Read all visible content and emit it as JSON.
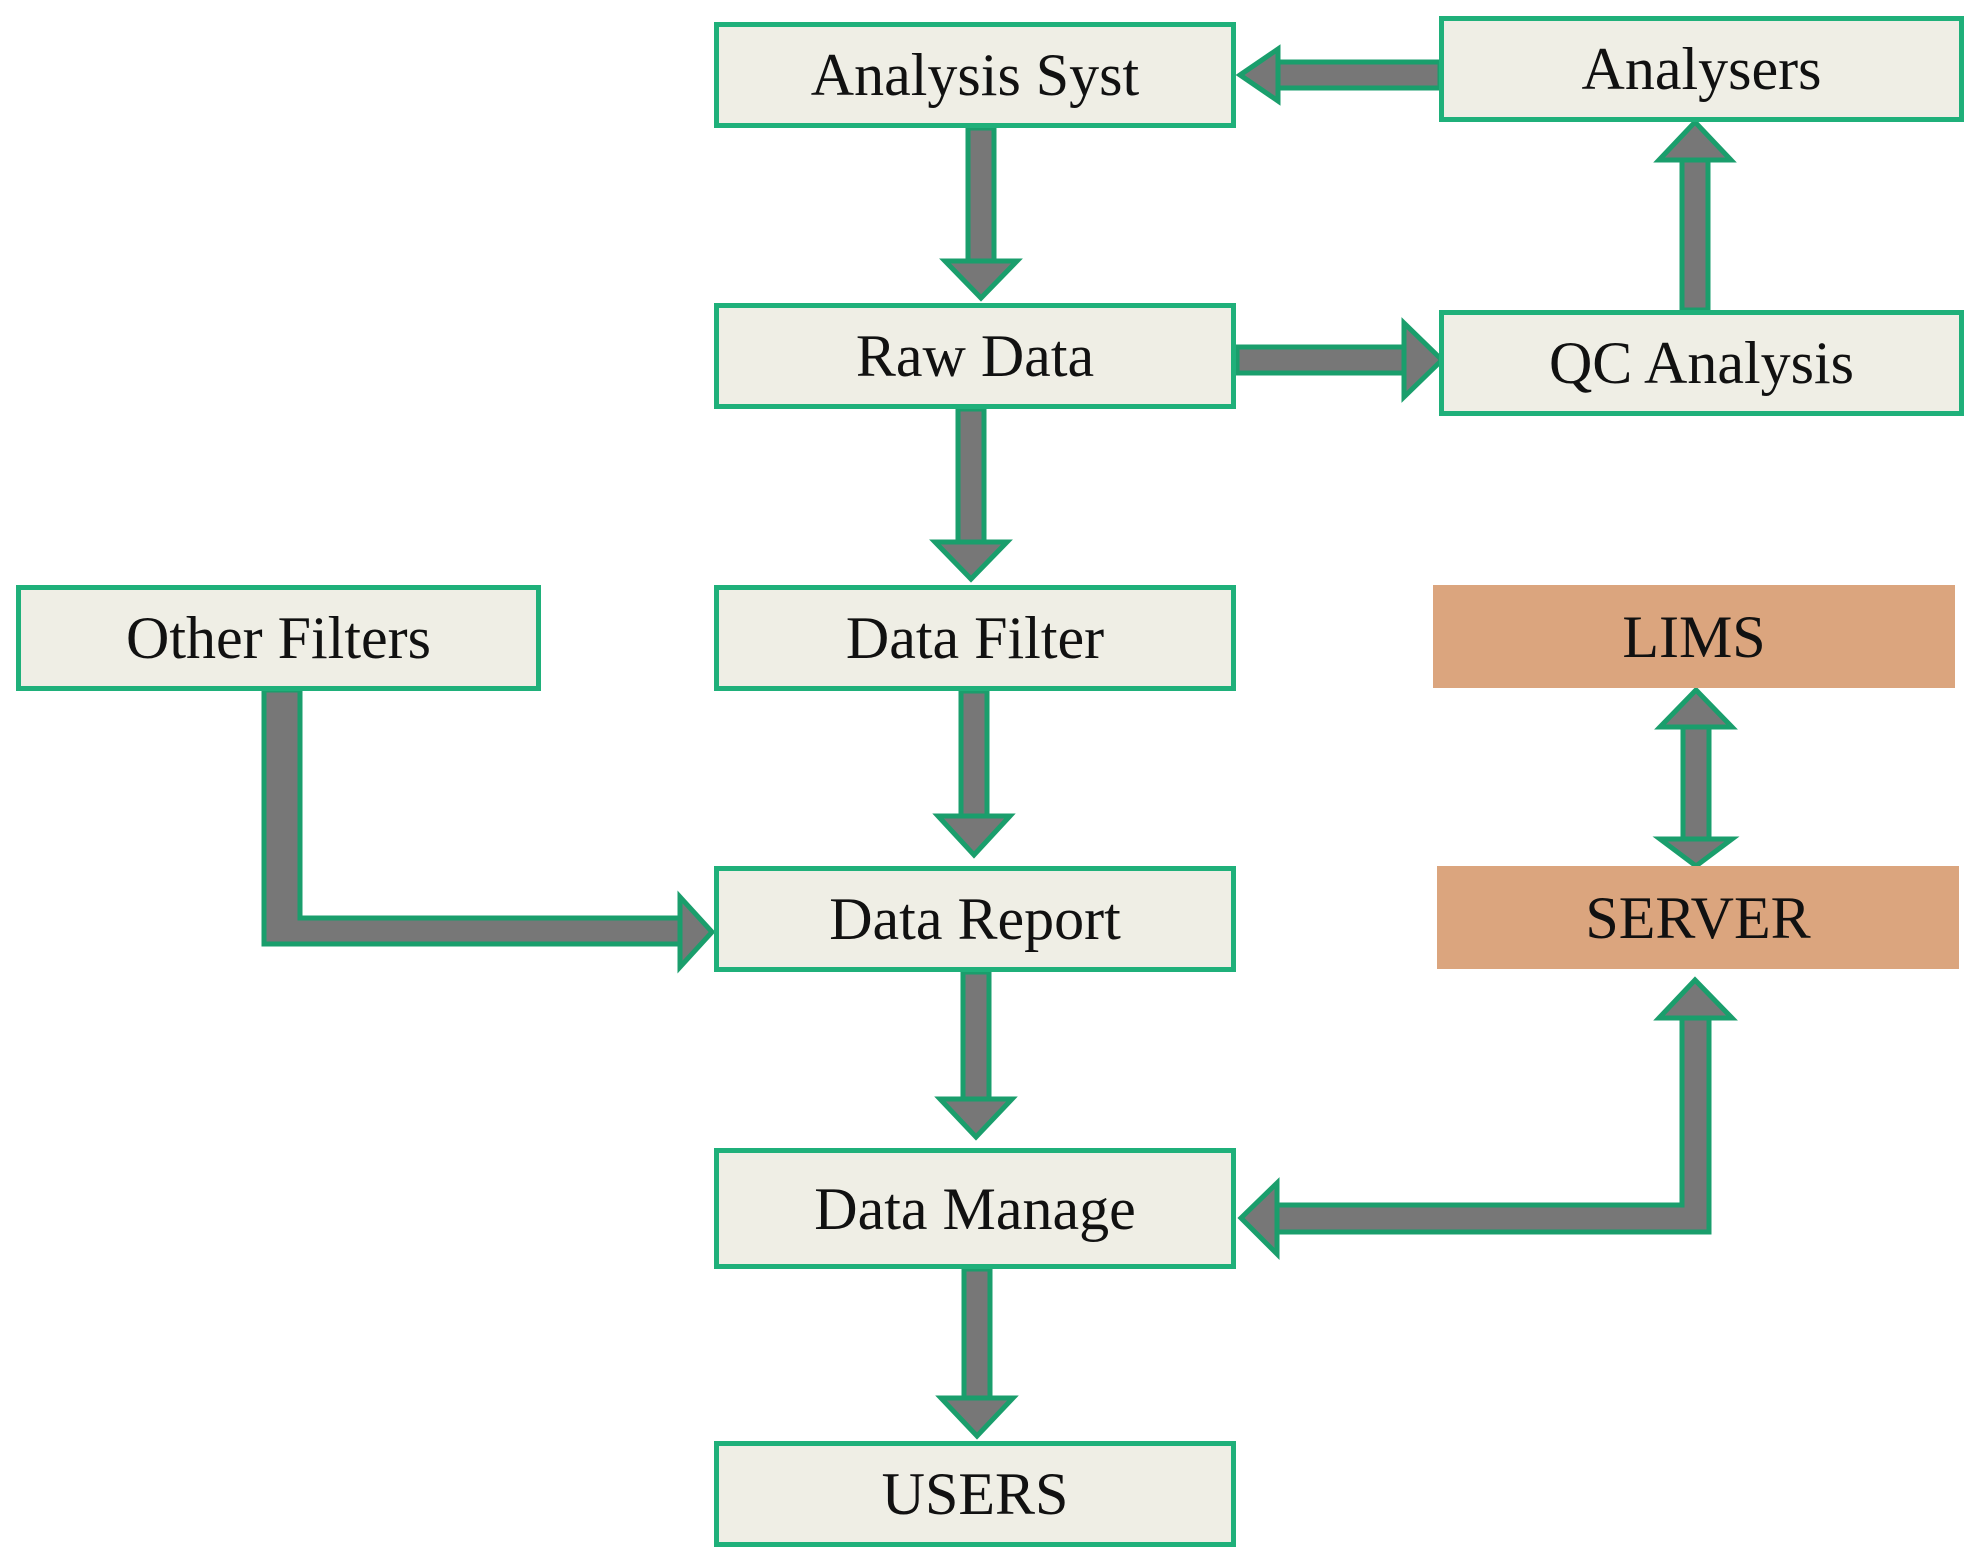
{
  "nodes": {
    "analysis_syst": "Analysis Syst",
    "analysers": "Analysers",
    "raw_data": "Raw Data",
    "qc_analysis": "QC Analysis",
    "other_filters": "Other Filters",
    "data_filter": "Data Filter",
    "lims": "LIMS",
    "data_report": "Data Report",
    "server": "SERVER",
    "data_manage": "Data Manage",
    "users": "USERS"
  },
  "edges": [
    {
      "from": "Analysers",
      "to": "Analysis Syst"
    },
    {
      "from": "Analysis Syst",
      "to": "Raw Data"
    },
    {
      "from": "Raw Data",
      "to": "QC Analysis"
    },
    {
      "from": "QC Analysis",
      "to": "Analysers"
    },
    {
      "from": "Raw Data",
      "to": "Data Filter"
    },
    {
      "from": "Data Filter",
      "to": "Data Report"
    },
    {
      "from": "Other Filters",
      "to": "Data Report"
    },
    {
      "from": "Data Report",
      "to": "Data Manage"
    },
    {
      "from": "LIMS",
      "to": "SERVER",
      "bidirectional": true
    },
    {
      "from": "SERVER",
      "to": "Data Manage",
      "bidirectional": true
    },
    {
      "from": "Data Manage",
      "to": "USERS"
    }
  ],
  "colors": {
    "box_fill": "#efeee5",
    "box_border": "#1fb07a",
    "system_box_fill": "#dba57e",
    "arrow_fill": "#777777",
    "arrow_outline": "#1a9e6c",
    "text": "#111111"
  }
}
